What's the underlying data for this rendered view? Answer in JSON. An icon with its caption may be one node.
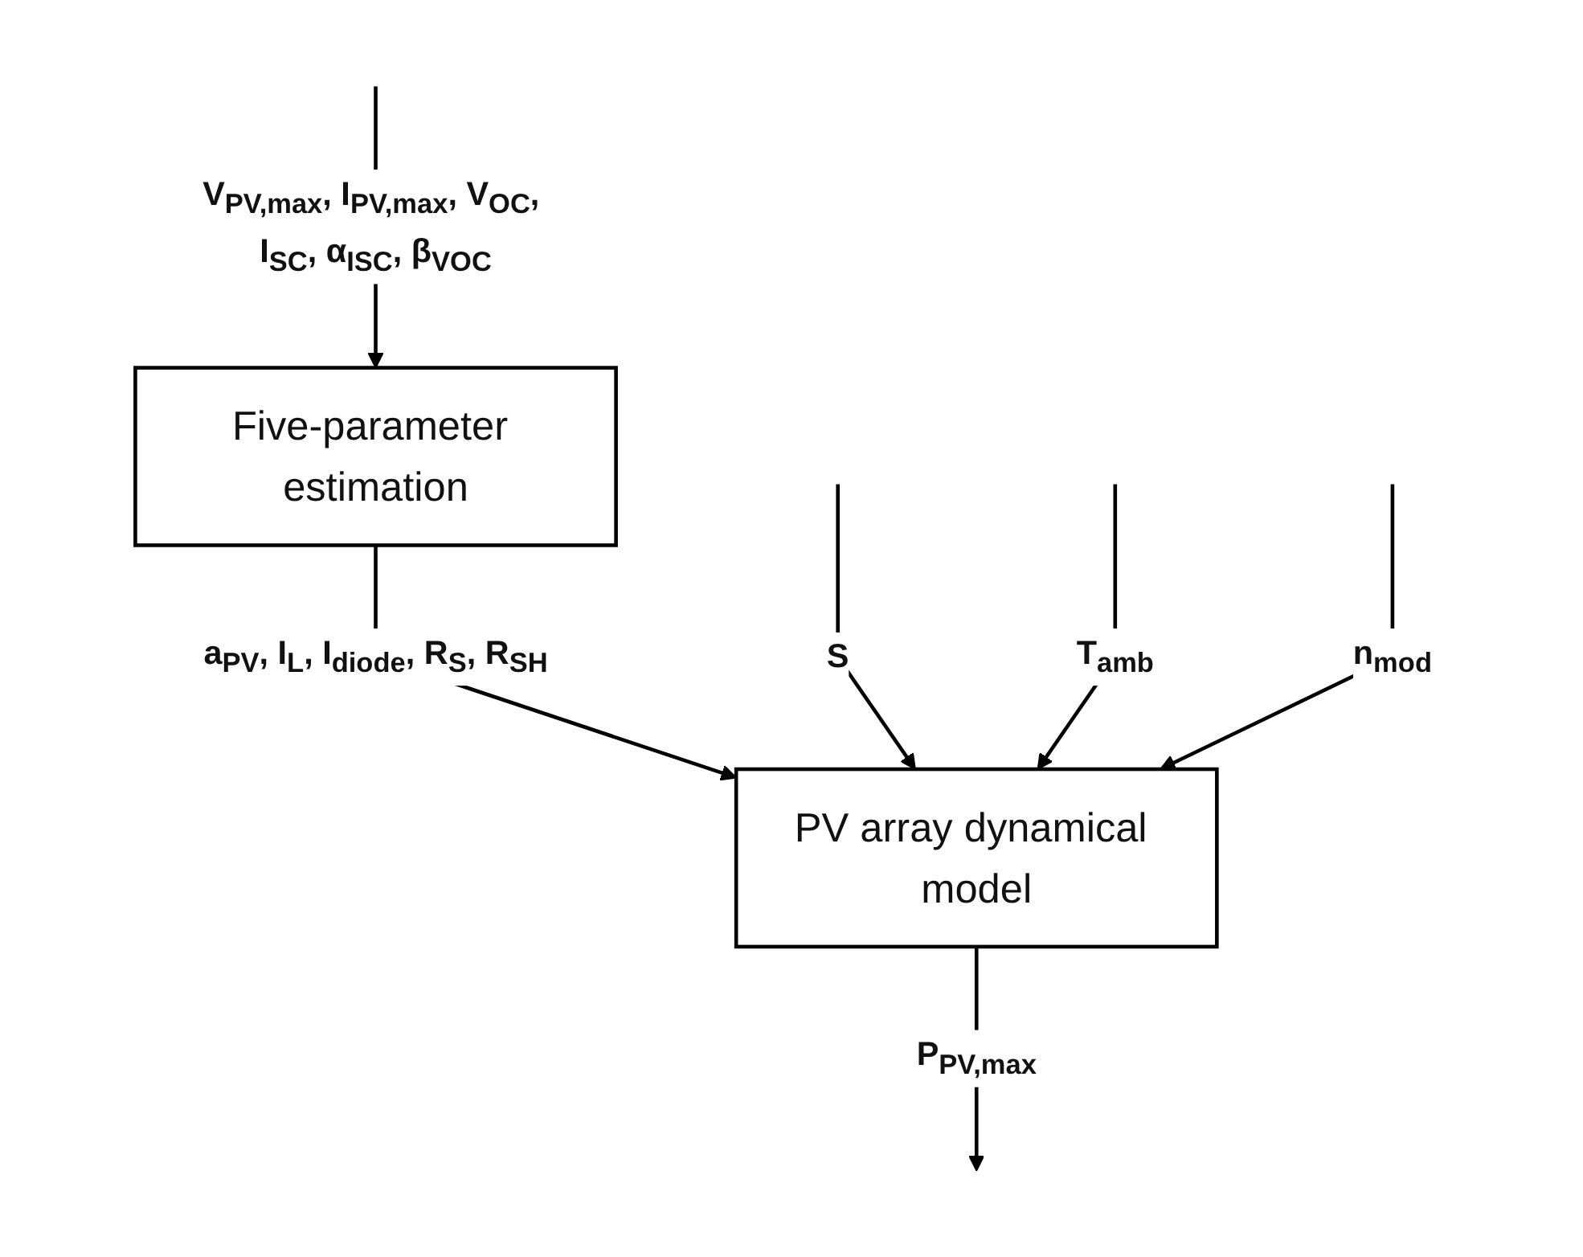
{
  "diagram": {
    "nodes": [
      {
        "text": [
          "Five-parameter estimation"
        ]
      },
      {
        "text": [
          "PV array dynamical model"
        ]
      }
    ],
    "edges": [
      {
        "from": null,
        "to": 0,
        "arrow": "to",
        "label": "V$_{PV,max}$, I$_{PV,max}$, V$_{OC}$, I$_{SC}$, α$_{ISC}$, β$_{VOC}$"
      },
      {
        "from": 0,
        "to": 1,
        "arrow": "to",
        "label": "a$_{PV}$, I$_{L}$, I$_{diode}$, R$_{S}$, R$_{SH}$"
      },
      {
        "from": null,
        "to": 1,
        "arrow": "to",
        "label": "S"
      },
      {
        "from": null,
        "to": 1,
        "arrow": "to",
        "label": "T$_{amb}$"
      },
      {
        "from": null,
        "to": 1,
        "arrow": "to",
        "label": "n$_{mod}$"
      },
      {
        "from": 1,
        "to": null,
        "arrow": "to",
        "label": "P$_{PV,max}$"
      }
    ]
  }
}
